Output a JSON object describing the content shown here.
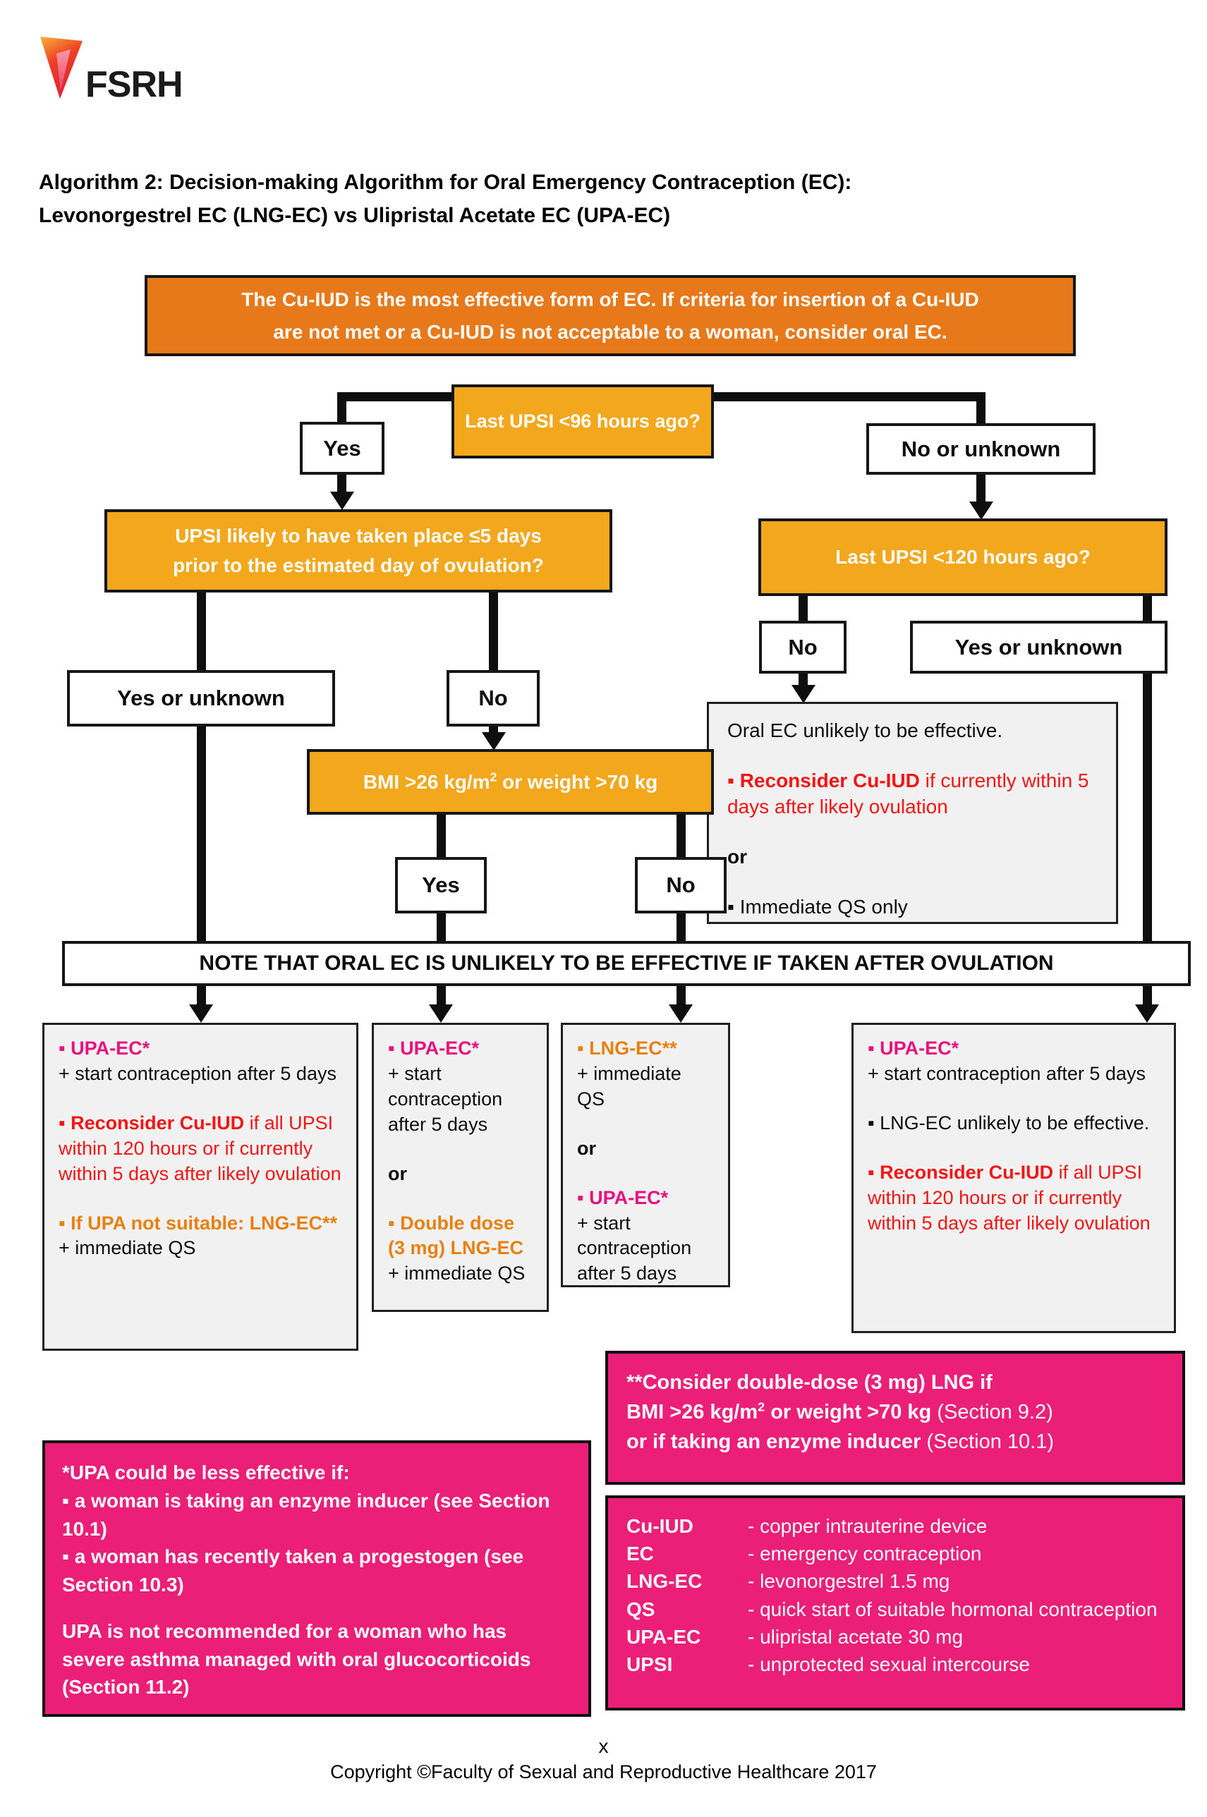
{
  "logo": {
    "text": "FSRH"
  },
  "title": {
    "line1": "Algorithm 2: Decision-making Algorithm for Oral Emergency Contraception (EC):",
    "line2": "Levonorgestrel EC (LNG-EC) vs Ulipristal Acetate EC (UPA-EC)"
  },
  "banner": {
    "line1": "The Cu-IUD is the most effective form of EC. If criteria for insertion of a Cu-IUD",
    "line2": "are not met or a Cu-IUD is not acceptable to a woman, consider oral EC."
  },
  "nodes": {
    "q96": "Last UPSI <96 hours ago?",
    "q_ovulation_line1": "UPSI likely to have taken place ≤5 days",
    "q_ovulation_line2": "prior to the estimated day of ovulation?",
    "q120": "Last UPSI <120 hours ago?",
    "bmi_pre": "BMI >26 kg/m",
    "bmi_sup": "2",
    "bmi_post": " or weight >70 kg"
  },
  "labels": {
    "yes": "Yes",
    "no": "No",
    "no_or_unknown": "No or unknown",
    "yes_or_unknown": "Yes or unknown"
  },
  "gray_box": {
    "line1": "Oral EC unlikely to be effective.",
    "reconsider_lead": "▪ Reconsider Cu-IUD",
    "reconsider_rest": " if currently within 5 days after likely ovulation",
    "or_label": "or",
    "immediate": "▪ Immediate QS only"
  },
  "note_banner": {
    "text": "NOTE THAT ORAL EC IS UNLIKELY TO BE EFFECTIVE IF TAKEN AFTER OVULATION"
  },
  "outcome1": {
    "upa_lead": "▪ UPA-EC*",
    "upa_rest": " + start contraception after 5 days",
    "reconsider_lead": "▪ Reconsider Cu-IUD",
    "reconsider_rest": " if all UPSI within 120 hours or if currently within 5 days after likely ovulation",
    "if_upa": "▪ If UPA not suitable: LNG-EC**",
    "qs": "+ immediate QS"
  },
  "outcome2": {
    "upa_lead": "▪ UPA-EC*",
    "upa_rest": "+ start contraception after 5 days",
    "or_label": "or",
    "double_dose": "▪ Double dose (3 mg) LNG-EC",
    "qs": " + immediate QS"
  },
  "outcome3": {
    "lng_lead": "▪ LNG-EC**",
    "qs": "+ immediate QS",
    "or_label": "or",
    "upa_lead": "▪ UPA-EC*",
    "upa_rest": "+ start contraception after 5 days"
  },
  "outcome4": {
    "upa_lead": "▪ UPA-EC*",
    "upa_rest": "+ start contraception after 5 days",
    "lng_unlikely": "▪ LNG-EC unlikely to be effective.",
    "reconsider_lead": "▪ Reconsider Cu-IUD",
    "reconsider_rest": " if all UPSI within 120 hours or if currently within 5 days after likely ovulation"
  },
  "pink_note": {
    "line1": "**Consider double-dose (3 mg) LNG if",
    "line2_pre": "BMI >26 kg/m",
    "line2_sup": "2",
    "line2_bold": " or weight >70 kg ",
    "line2_normal": "(Section 9.2)",
    "line3_bold": "or if taking an enzyme inducer ",
    "line3_normal": "(Section 10.1)"
  },
  "upa_warning": {
    "line1": "*UPA could be less effective if:",
    "bullet1": "▪ a woman is taking an enzyme inducer (see Section 10.1)",
    "bullet2": "▪ a woman has recently taken a progestogen (see Section 10.3)",
    "para2": "UPA is not recommended for a woman who has severe asthma managed with oral glucocorticoids (Section 11.2)"
  },
  "abbreviations": {
    "rows": [
      {
        "label": "Cu-IUD",
        "def": "- copper intrauterine device"
      },
      {
        "label": "EC",
        "def": "- emergency contraception"
      },
      {
        "label": "LNG-EC",
        "def": "- levonorgestrel 1.5 mg"
      },
      {
        "label": "QS",
        "def": "- quick start of suitable hormonal contraception"
      },
      {
        "label": "UPA-EC",
        "def": "- ulipristal acetate 30 mg"
      },
      {
        "label": "UPSI",
        "def": "- unprotected sexual intercourse"
      }
    ]
  },
  "footer": {
    "mark": "x",
    "copyright": "Copyright ©Faculty of Sexual and Reproductive Healthcare 2017"
  },
  "colors": {
    "banner_orange": "#E8791B",
    "node_orange": "#F2A71D",
    "pink": "#EB1F77",
    "magenta_text": "#E7117D",
    "orange_text": "#E88010",
    "red_text": "#F21515",
    "gray_box": "#F1F1F1"
  }
}
